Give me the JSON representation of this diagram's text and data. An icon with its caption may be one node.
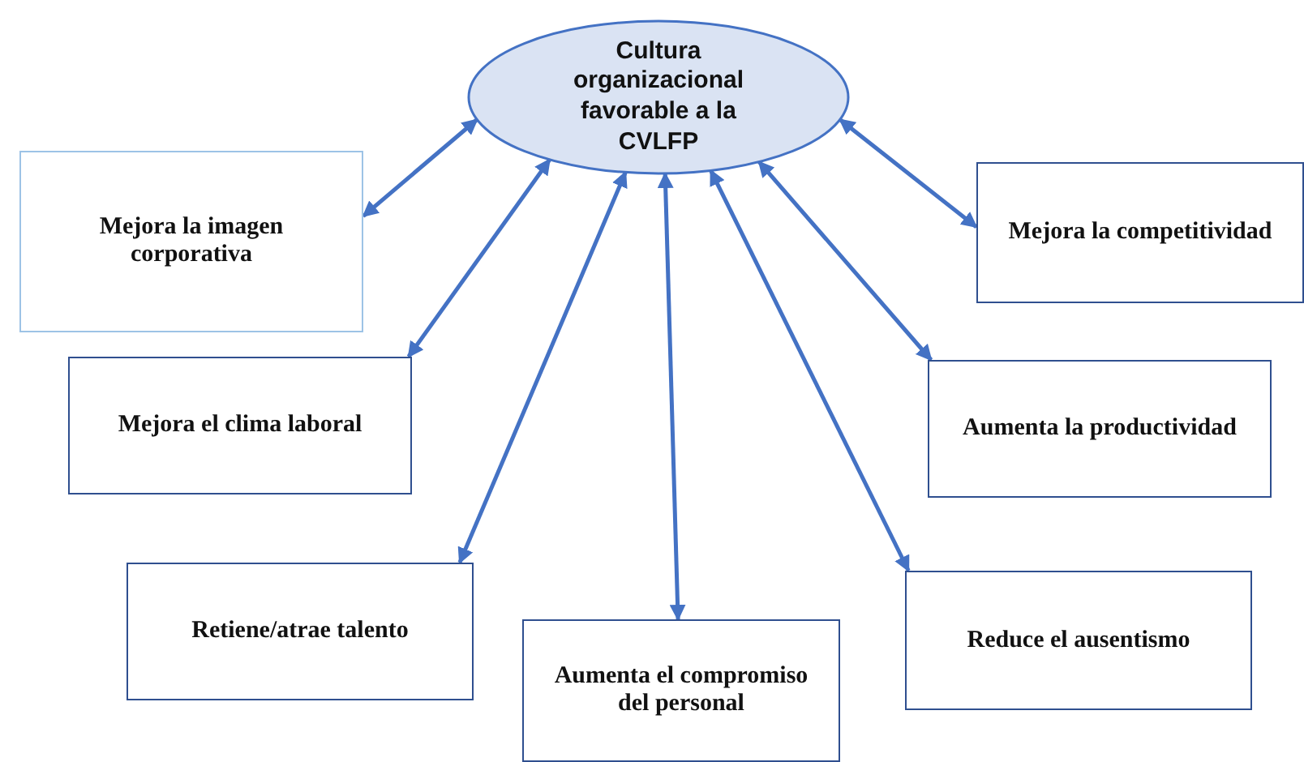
{
  "diagram": {
    "nodes": [
      {
        "text": [
          "Cultura organizacional favorable a la CVLFP"
        ]
      },
      {
        "text": [
          "Mejora la imagen corporativa"
        ]
      },
      {
        "text": [
          "Mejora la competitividad"
        ]
      },
      {
        "text": [
          "Mejora el clima laboral"
        ]
      },
      {
        "text": [
          "Aumenta la productividad"
        ]
      },
      {
        "text": [
          "Retiene/atrae talento"
        ]
      },
      {
        "text": [
          "Aumenta el compromiso del personal"
        ]
      },
      {
        "text": [
          "Reduce el ausentismo"
        ]
      }
    ],
    "edges": [
      {
        "from": 0,
        "to": 1,
        "arrow": "both"
      },
      {
        "from": 0,
        "to": 2,
        "arrow": "both"
      },
      {
        "from": 0,
        "to": 3,
        "arrow": "both"
      },
      {
        "from": 0,
        "to": 4,
        "arrow": "both"
      },
      {
        "from": 0,
        "to": 5,
        "arrow": "both"
      },
      {
        "from": 0,
        "to": 6,
        "arrow": "both"
      },
      {
        "from": 0,
        "to": 7,
        "arrow": "both"
      }
    ]
  }
}
